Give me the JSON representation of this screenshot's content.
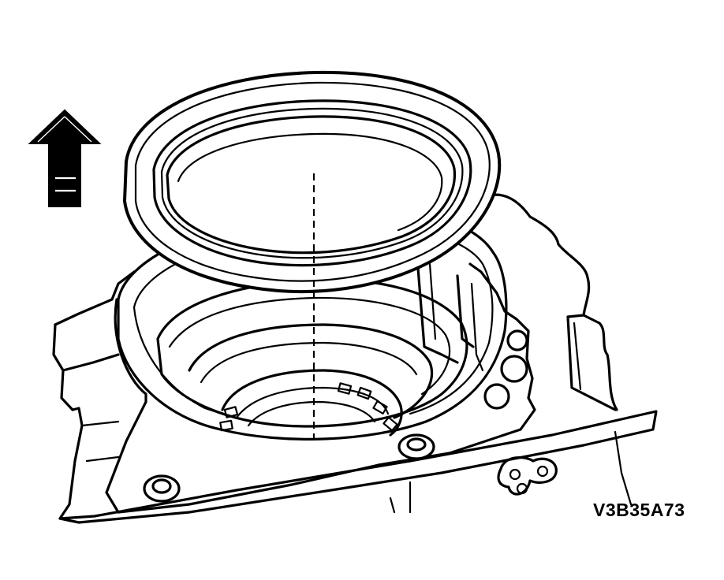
{
  "figure": {
    "code": "V3B35A73",
    "icons": {
      "arrow": "up-arrow-icon",
      "seal": "seal-ring",
      "housing": "transmission-case-housing"
    },
    "colors": {
      "ink": "#000000",
      "paper": "#ffffff"
    }
  }
}
